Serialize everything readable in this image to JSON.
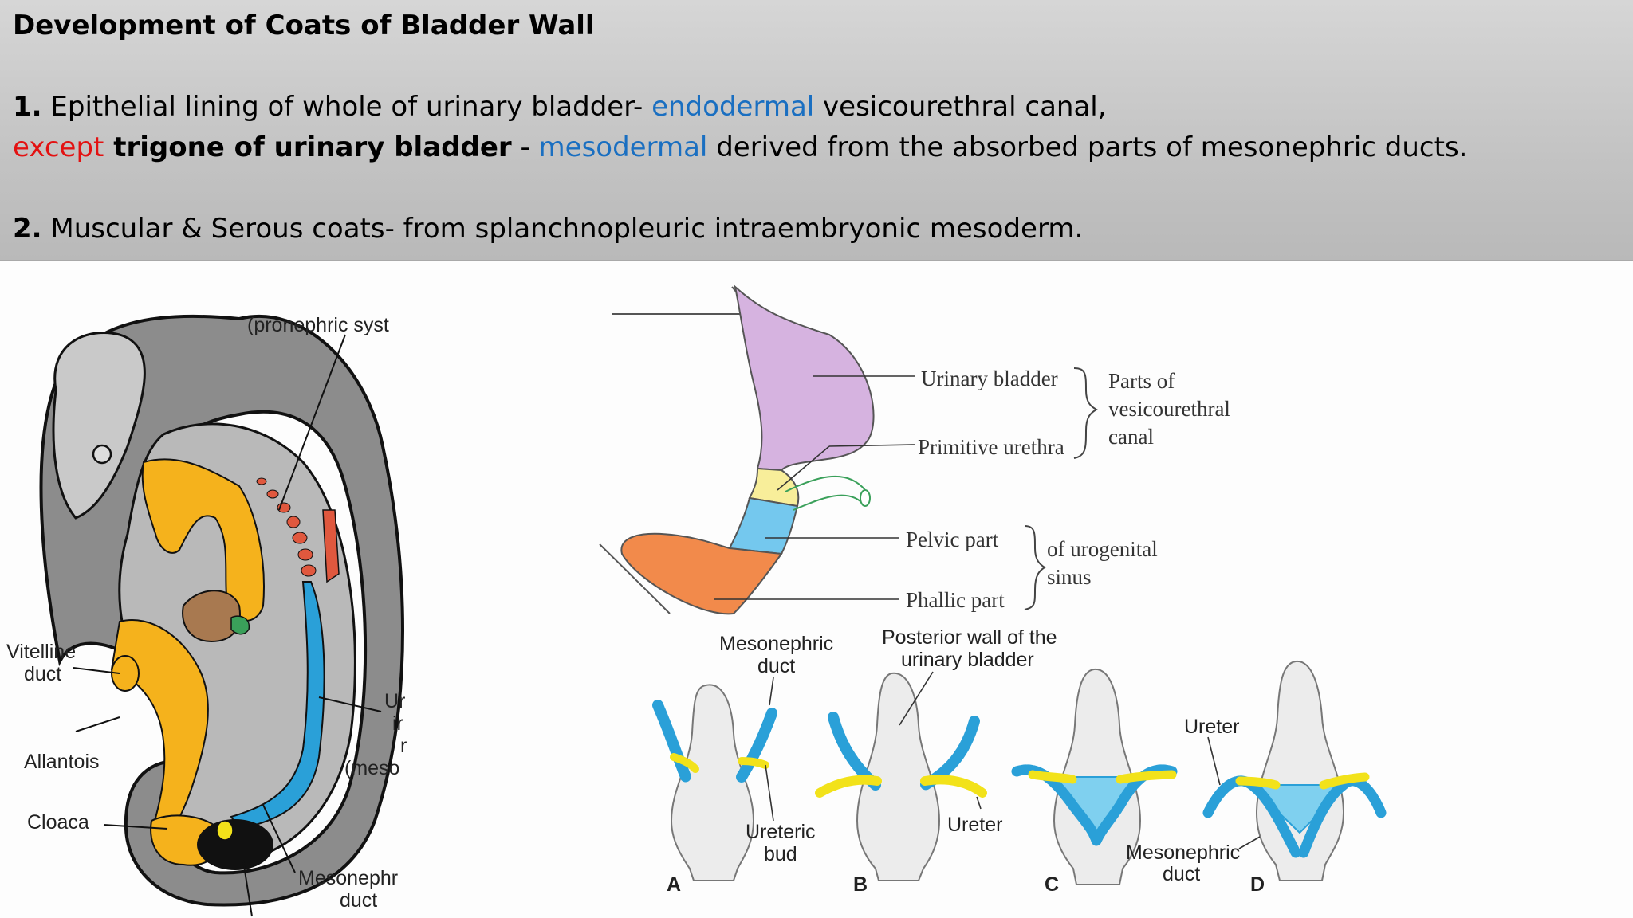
{
  "header": {
    "title": "Development of Coats of Bladder Wall",
    "point1": {
      "num": "1.",
      "text_a": " Epithelial lining of whole of urinary bladder- ",
      "endodermal": "endodermal",
      "text_b": " vesicourethral canal,"
    },
    "point1b": {
      "except": "except",
      "trigone": " trigone of urinary bladder",
      "dash": " - ",
      "mesodermal": "mesodermal",
      "rest": " derived from the absorbed parts of mesonephric ducts."
    },
    "point2": {
      "num": "2.",
      "text": " Muscular & Serous coats-   from splanchnopleuric intraembryonic mesoderm."
    }
  },
  "embryo": {
    "pronephric": "(pronephric syst",
    "vitelline_1": "Vitelline",
    "vitelline_2": "duct",
    "allantois": "Allantois",
    "cloaca": "Cloaca",
    "ur_1": "Ur",
    "ur_2": "ir",
    "ur_3": "r",
    "ur_4": "(meso",
    "mesonephric_1": "Mesonephr",
    "mesonephric_2": "duct"
  },
  "sinus": {
    "urinary_bladder": "Urinary bladder",
    "primitive_urethra": "Primitive urethra",
    "parts_of_1": "Parts of",
    "parts_of_2": "vesicourethral",
    "parts_of_3": "canal",
    "pelvic_part": "Pelvic part",
    "phallic_part": "Phallic part",
    "urogenital_1": "of urogenital",
    "urogenital_2": "sinus"
  },
  "stages": {
    "mesonephric_duct_1": "Mesonephric",
    "mesonephric_duct_2": "duct",
    "posterior_1": "Posterior wall of the",
    "posterior_2": "urinary bladder",
    "ureteric_1": "Ureteric",
    "ureteric_2": "bud",
    "ureter_b": "Ureter",
    "ureter_d": "Ureter",
    "mesonephric_d_1": "Mesonephric",
    "mesonephric_d_2": "duct",
    "label_a": "A",
    "label_b": "B",
    "label_c": "C",
    "label_d": "D"
  },
  "colors": {
    "endodermal": "#1a6fc1",
    "except": "#e31212",
    "bladder": "#d6b3e0",
    "duct": "#2aa0d8",
    "ureter": "#f2e21a",
    "cloaca_yellow": "#f5b21c",
    "phallic": "#f28a4b"
  }
}
